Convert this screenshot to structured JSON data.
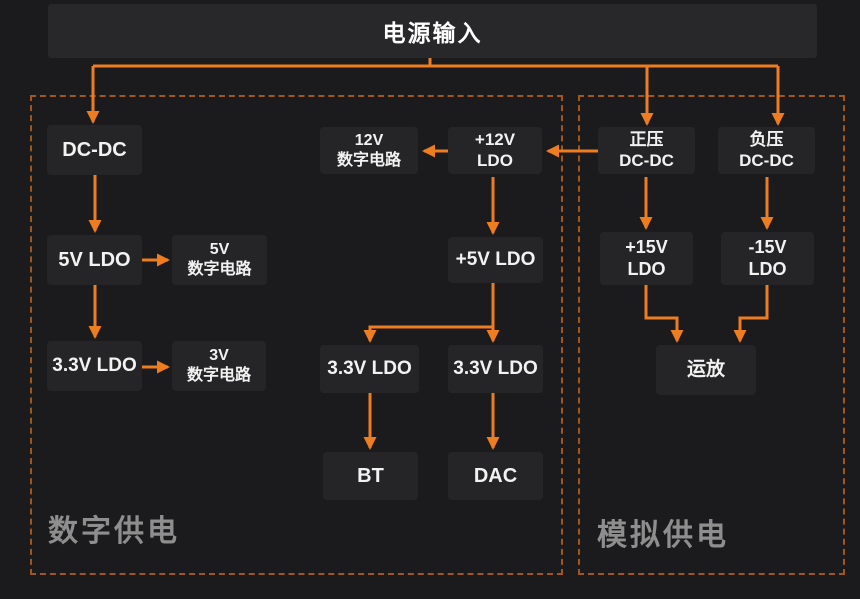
{
  "title": "电源输入",
  "sections": {
    "digital": {
      "label": "数字供电"
    },
    "analog": {
      "label": "模拟供电"
    }
  },
  "nodes": [
    {
      "id": "dcdc",
      "section": "digital",
      "lines": [
        "DC-DC"
      ]
    },
    {
      "id": "ldo-5v",
      "section": "digital",
      "lines": [
        "5V LDO"
      ]
    },
    {
      "id": "digital-5v",
      "section": "digital",
      "lines": [
        "5V",
        "数字电路"
      ]
    },
    {
      "id": "ldo-3v3-left",
      "section": "digital",
      "lines": [
        "3.3V LDO"
      ]
    },
    {
      "id": "digital-3v",
      "section": "digital",
      "lines": [
        "3V",
        "数字电路"
      ]
    },
    {
      "id": "digital-12v",
      "section": "digital",
      "lines": [
        "12V",
        "数字电路"
      ]
    },
    {
      "id": "ldo-12v",
      "section": "digital",
      "lines": [
        "+12V",
        "LDO"
      ]
    },
    {
      "id": "ldo-5v-mid",
      "section": "digital",
      "lines": [
        "+5V LDO"
      ]
    },
    {
      "id": "ldo-3v3-mid-left",
      "section": "digital",
      "lines": [
        "3.3V LDO"
      ]
    },
    {
      "id": "ldo-3v3-mid-right",
      "section": "digital",
      "lines": [
        "3.3V LDO"
      ]
    },
    {
      "id": "bt",
      "section": "digital",
      "lines": [
        "BT"
      ]
    },
    {
      "id": "dac",
      "section": "digital",
      "lines": [
        "DAC"
      ]
    },
    {
      "id": "pos-dcdc",
      "section": "analog",
      "lines": [
        "正压",
        "DC-DC"
      ]
    },
    {
      "id": "neg-dcdc",
      "section": "analog",
      "lines": [
        "负压",
        "DC-DC"
      ]
    },
    {
      "id": "ldo-pos15",
      "section": "analog",
      "lines": [
        "+15V",
        "LDO"
      ]
    },
    {
      "id": "ldo-neg15",
      "section": "analog",
      "lines": [
        "-15V",
        "LDO"
      ]
    },
    {
      "id": "opamp",
      "section": "analog",
      "lines": [
        "运放"
      ]
    }
  ],
  "edges": [
    {
      "from": "power-input",
      "to": "dcdc"
    },
    {
      "from": "power-input",
      "to": "pos-dcdc"
    },
    {
      "from": "power-input",
      "to": "neg-dcdc"
    },
    {
      "from": "dcdc",
      "to": "ldo-5v"
    },
    {
      "from": "ldo-5v",
      "to": "digital-5v"
    },
    {
      "from": "ldo-5v",
      "to": "ldo-3v3-left"
    },
    {
      "from": "ldo-3v3-left",
      "to": "digital-3v"
    },
    {
      "from": "pos-dcdc",
      "to": "ldo-12v"
    },
    {
      "from": "ldo-12v",
      "to": "digital-12v"
    },
    {
      "from": "ldo-12v",
      "to": "ldo-5v-mid"
    },
    {
      "from": "ldo-5v-mid",
      "to": "ldo-3v3-mid-left"
    },
    {
      "from": "ldo-5v-mid",
      "to": "ldo-3v3-mid-right"
    },
    {
      "from": "ldo-3v3-mid-left",
      "to": "bt"
    },
    {
      "from": "ldo-3v3-mid-right",
      "to": "dac"
    },
    {
      "from": "pos-dcdc",
      "to": "ldo-pos15"
    },
    {
      "from": "neg-dcdc",
      "to": "ldo-neg15"
    },
    {
      "from": "ldo-pos15",
      "to": "opamp"
    },
    {
      "from": "ldo-neg15",
      "to": "opamp"
    }
  ],
  "colors": {
    "canvas_bg": "#1B1B1D",
    "title_bg": "#28282A",
    "node_bg": "#252527",
    "node_text": "#F2F2F2",
    "accent": "#ED7D1F",
    "dashed_border": "#A3561C",
    "section_label": "#8E8E8E"
  }
}
